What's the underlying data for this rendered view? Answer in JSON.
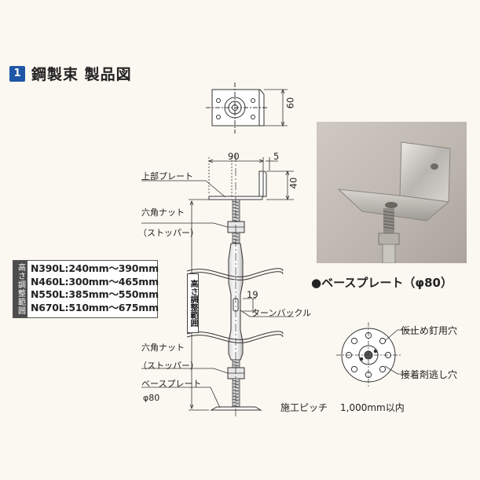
{
  "header": {
    "number": "1",
    "title": "鋼製束 製品図"
  },
  "range_box": {
    "side_label": "高さ調整範囲",
    "items": [
      "N390L:240mm～390mm",
      "N460L:300mm～465mm",
      "N550L:385mm～550mm",
      "N670L:510mm～675mm"
    ]
  },
  "labels": {
    "top_plate": "上部プレート",
    "hex_nut_upper": "六角ナット",
    "stopper_upper": "（ストッパー）",
    "turnbuckle": "ターンバックル",
    "hex_nut_lower": "六角ナット",
    "stopper_lower": "（ストッパー）",
    "base_plate": "ベースプレート",
    "phi80": "φ80",
    "height_range": "高さ調整範囲",
    "nail_hole": "仮止め釘用穴",
    "adhesive_hole": "接着剤逃し穴"
  },
  "dimensions": {
    "d60": "60",
    "d90": "90",
    "d5": "5",
    "d40": "40",
    "d19": "19"
  },
  "photo_caption": "●ベースプレート（φ80）",
  "pitch": {
    "label": "施工ピッチ",
    "value": "1,000mm以内"
  }
}
